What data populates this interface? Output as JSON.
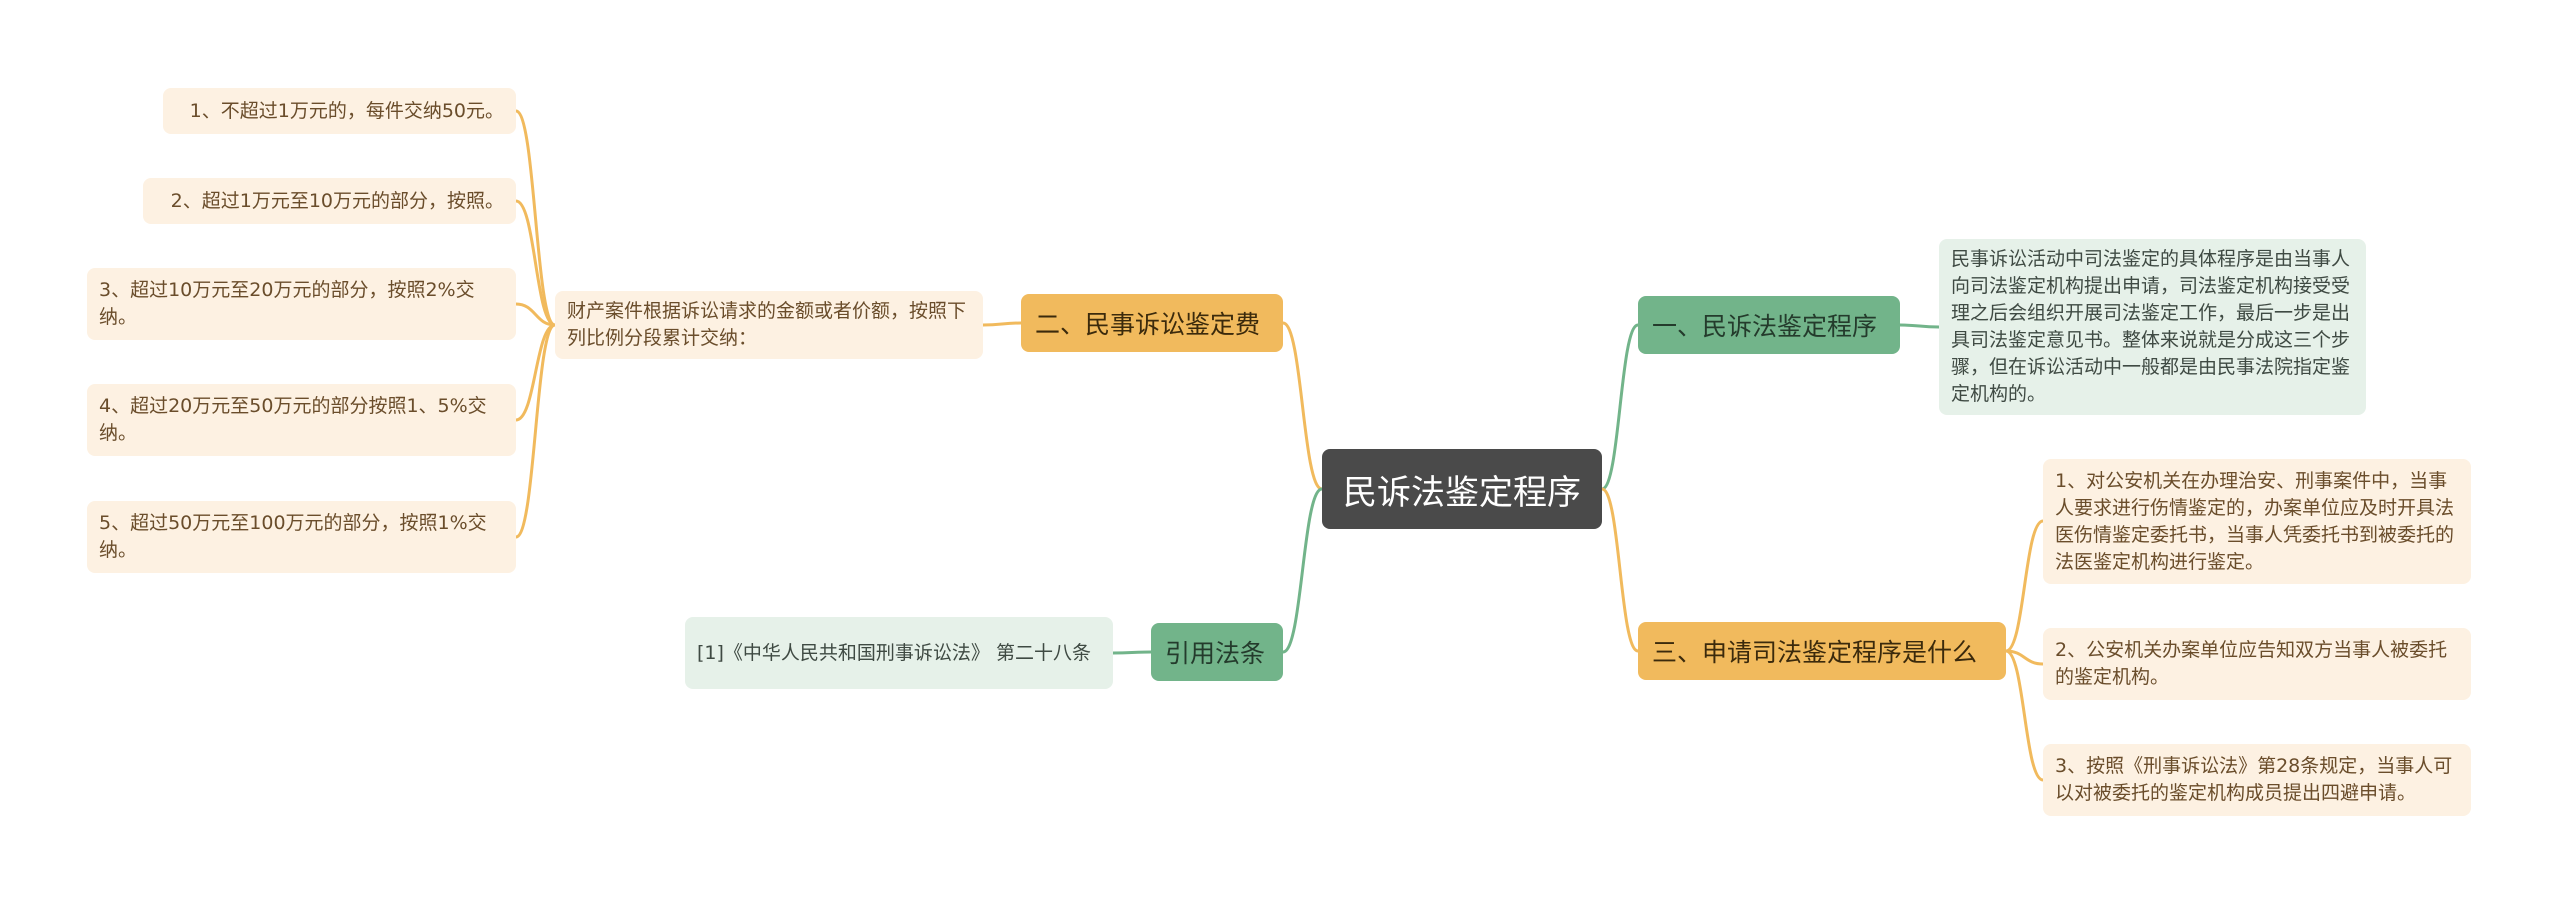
{
  "root": {
    "label": "民诉法鉴定程序"
  },
  "branches": {
    "fee": {
      "label": "二、民事诉讼鉴定费",
      "intro": "财产案件根据诉讼请求的金额或者价额，按照下列比例分段累计交纳：",
      "items": [
        "1、不超过1万元的，每件交纳50元。",
        "2、超过1万元至10万元的部分，按照。",
        "3、超过10万元至20万元的部分，按照2%交纳。",
        "4、超过20万元至50万元的部分按照1、5%交纳。",
        "5、超过50万元至100万元的部分，按照1%交纳。"
      ]
    },
    "law": {
      "label": "引用法条",
      "item": "[1]《中华人民共和国刑事诉讼法》 第二十八条"
    },
    "procedure": {
      "label": "一、民诉法鉴定程序",
      "item": "民事诉讼活动中司法鉴定的具体程序是由当事人向司法鉴定机构提出申请，司法鉴定机构接受受理之后会组织开展司法鉴定工作，最后一步是出具司法鉴定意见书。整体来说就是分成这三个步骤，但在诉讼活动中一般都是由民事法院指定鉴定机构的。"
    },
    "apply": {
      "label": "三、申请司法鉴定程序是什么",
      "items": [
        "1、对公安机关在办理治安、刑事案件中，当事人要求进行伤情鉴定的，办案单位应及时开具法医伤情鉴定委托书，当事人凭委托书到被委托的法医鉴定机构进行鉴定。",
        "2、公安机关办案单位应告知双方当事人被委托的鉴定机构。",
        "3、按照《刑事诉讼法》第28条规定，当事人可以对被委托的鉴定机构成员提出四避申请。"
      ]
    }
  },
  "colors": {
    "orange_line": "#f1ba5d",
    "green_line": "#72b48a"
  }
}
